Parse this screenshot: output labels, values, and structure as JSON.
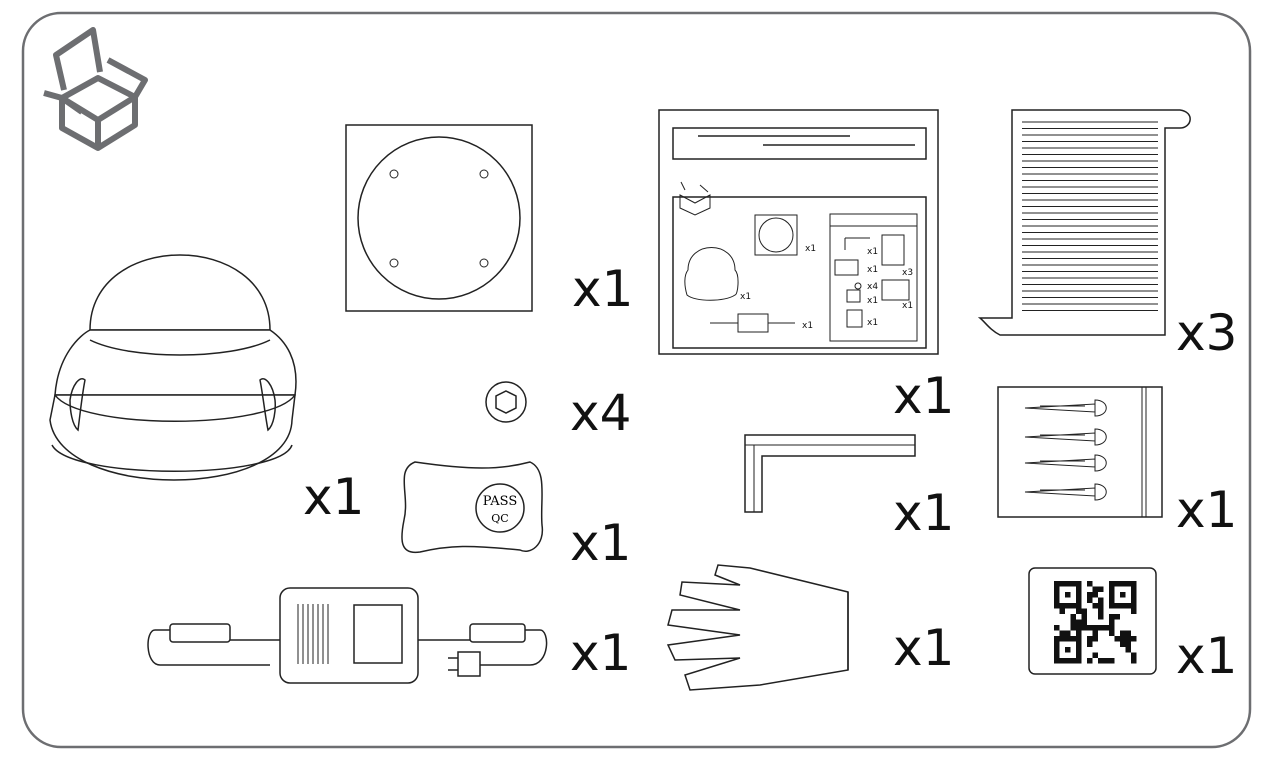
{
  "frame": {
    "border_color": "#6d6e71"
  },
  "header": {
    "icon": "open-box-icon",
    "icon_color": "#6d6e71"
  },
  "items": [
    {
      "name": "dome-camera",
      "quantity": "x1"
    },
    {
      "name": "drill-template",
      "quantity": "x1"
    },
    {
      "name": "screw-caps",
      "quantity": "x4"
    },
    {
      "name": "qc-pass-sticker",
      "quantity": "x1",
      "sticker_text_1": "PASS",
      "sticker_text_2": "QC"
    },
    {
      "name": "power-adapter",
      "quantity": "x1"
    },
    {
      "name": "quick-start-card",
      "quantity": "x1"
    },
    {
      "name": "hex-key",
      "quantity": "x1"
    },
    {
      "name": "glove",
      "quantity": "x1"
    },
    {
      "name": "manual",
      "quantity": "x3"
    },
    {
      "name": "screw-anchor-bag",
      "quantity": "x1"
    },
    {
      "name": "qr-card",
      "quantity": "x1"
    }
  ],
  "card_mini_labels": {
    "template": "x1",
    "camera": "x1",
    "adapter": "x1",
    "hex": "x1",
    "glove": "x1",
    "manual": "x3",
    "caps": "x4",
    "sticker": "x1",
    "anchors": "x1",
    "qr": "x1"
  }
}
